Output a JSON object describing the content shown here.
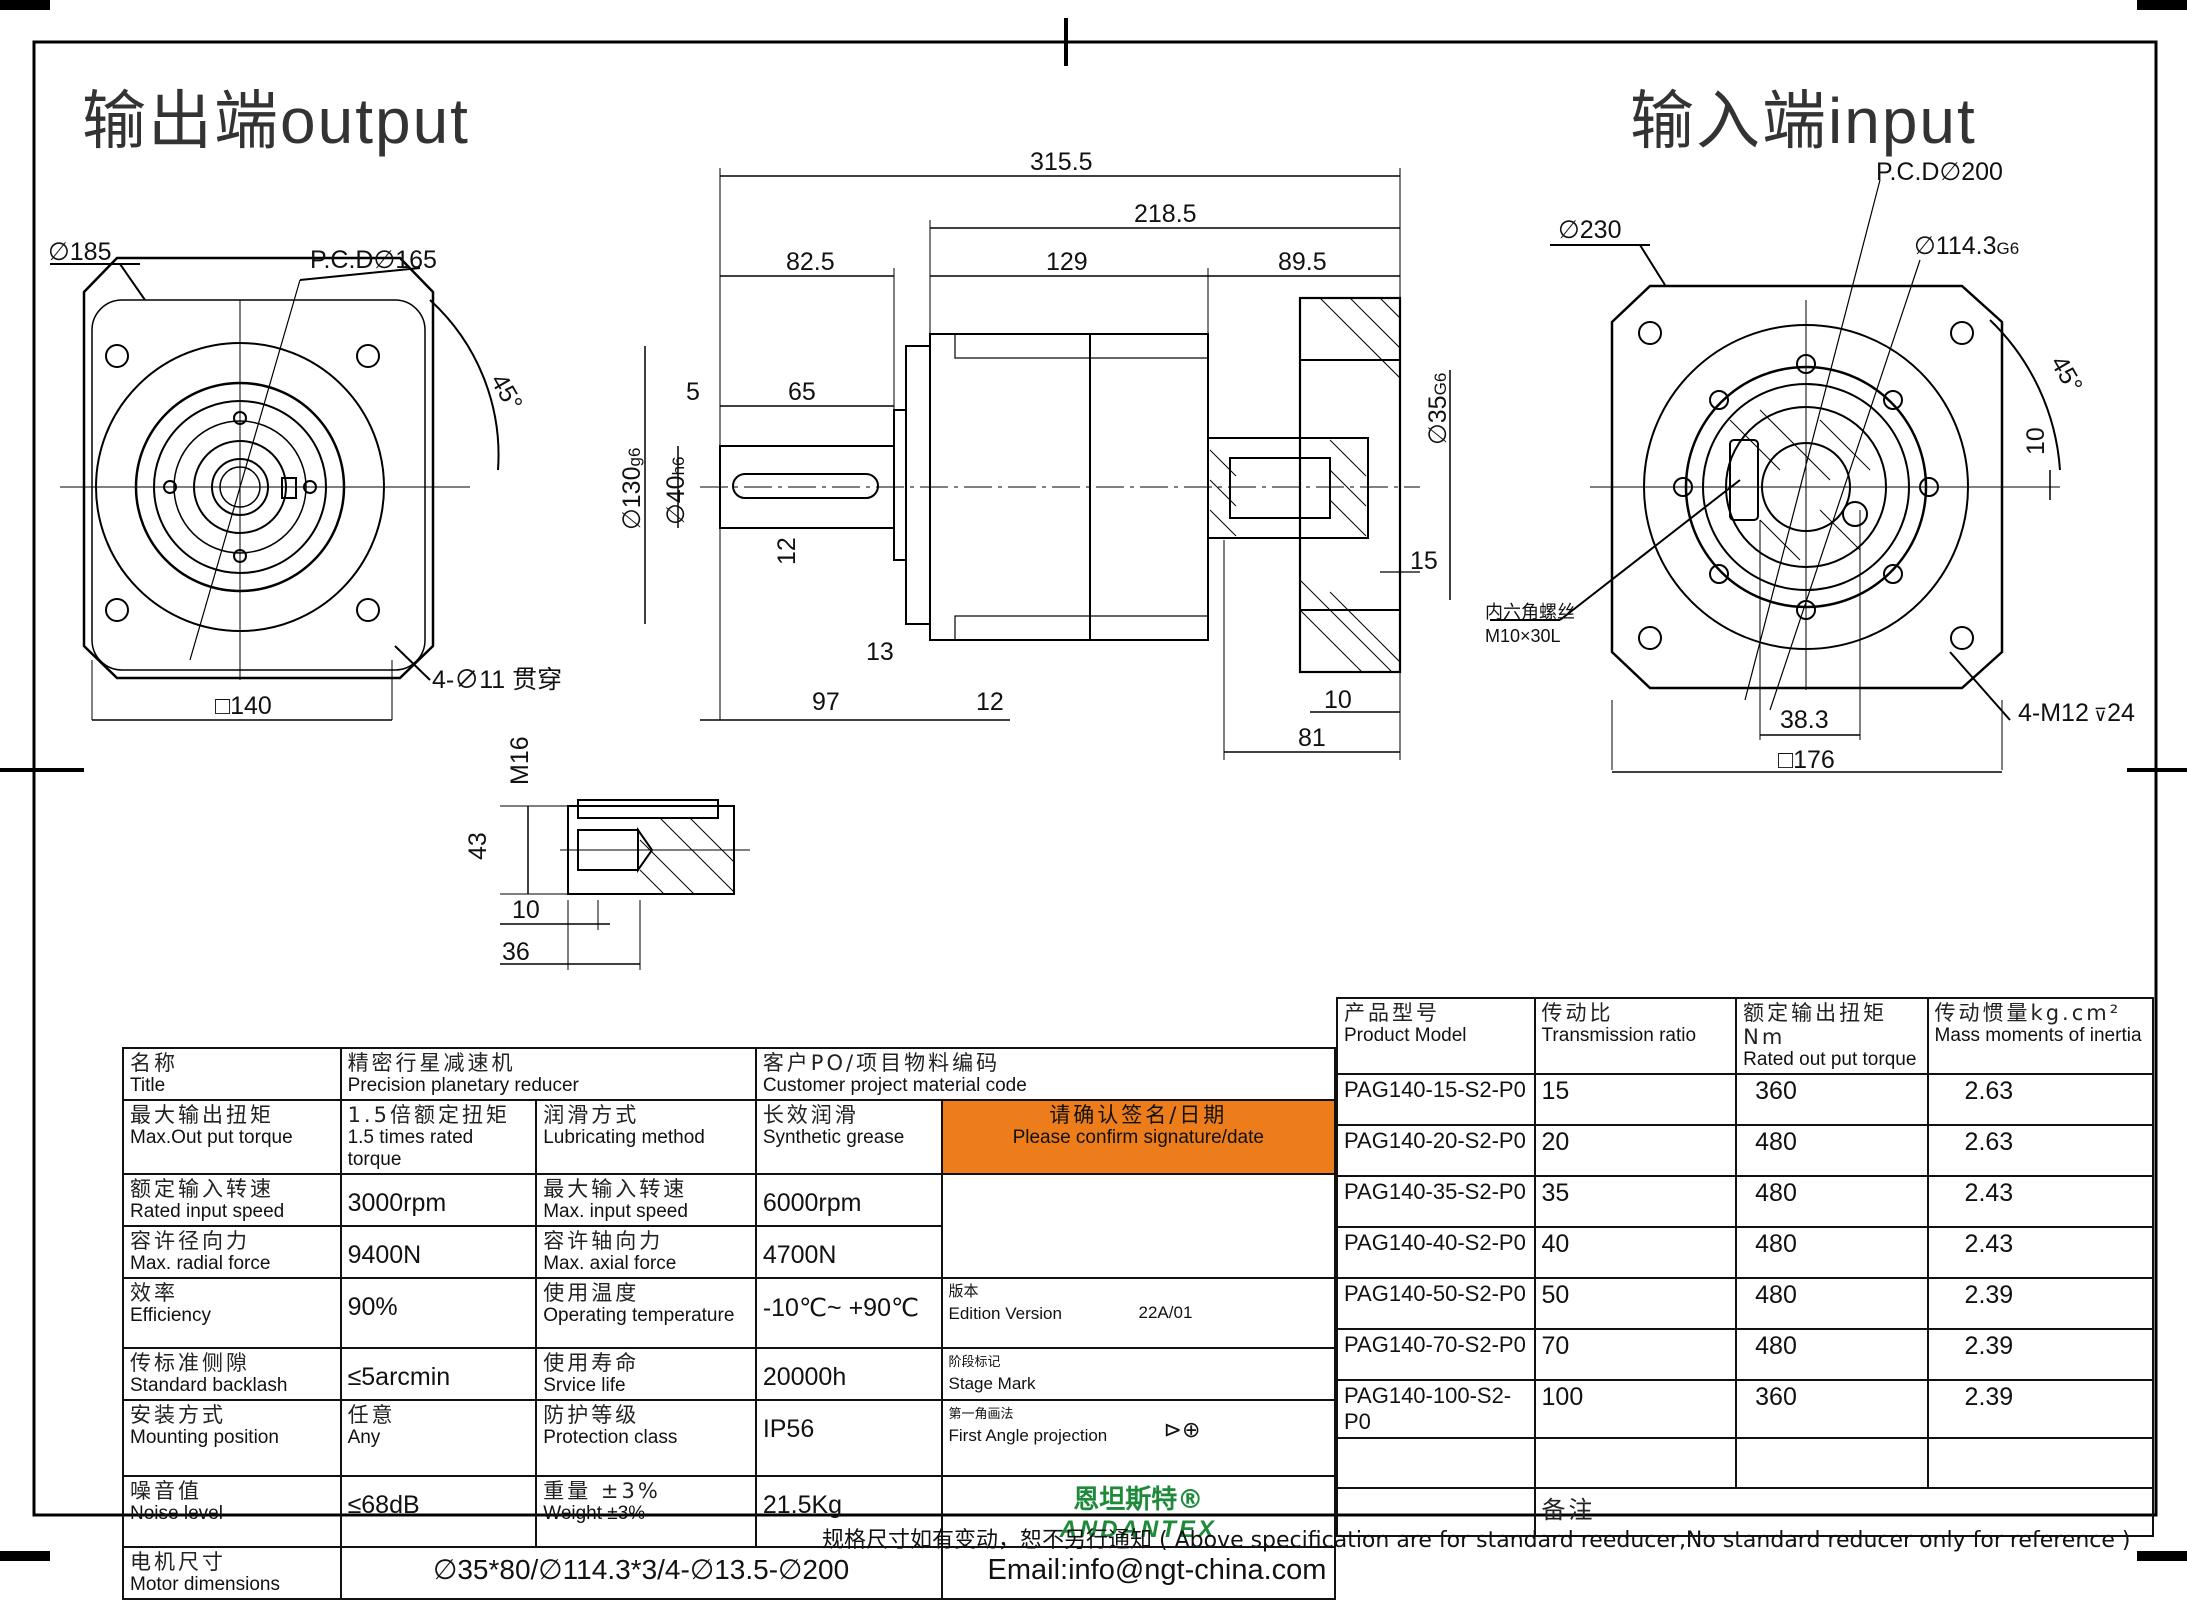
{
  "headers": {
    "output_cn": "输出端",
    "output_en": "output",
    "input_cn": "输入端",
    "input_en": "input"
  },
  "dims": {
    "d185": "∅185",
    "pcd165": "P.C.D∅165",
    "deg45a": "45°",
    "holes": "4-∅11 贯穿",
    "sq140": "□140",
    "len3155": "315.5",
    "len2185": "218.5",
    "len825": "82.5",
    "len129": "129",
    "len895": "89.5",
    "len5": "5",
    "len65": "65",
    "d130": "∅130",
    "d130tol": "g6",
    "d40": "∅40",
    "d40tol": "h6",
    "len12a": "12",
    "len13": "13",
    "len97": "97",
    "len12b": "12",
    "len10a": "10",
    "len81": "81",
    "d35": "∅35",
    "d35tol": "G6",
    "len15": "15",
    "m16": "M16",
    "len43": "43",
    "len10b": "10",
    "len36": "36",
    "d230": "∅230",
    "pcd200": "P.C.D∅200",
    "d1143": "∅114.3",
    "d1143tol": "G6",
    "deg45b": "45°",
    "len10c": "10",
    "screw_cn": "内六角螺丝",
    "screw_en": "M10×30L",
    "len383": "38.3",
    "m12": "4-M12",
    "m12depth": "24",
    "sq176": "□176"
  },
  "spec": {
    "title_cn": "名称",
    "title_en": "Title",
    "title_val_cn": "精密行星减速机",
    "title_val_en": "Precision planetary reducer",
    "cust_cn": "客户PO/项目物料编码",
    "cust_en": "Customer project material code",
    "maxout_cn": "最大输出扭矩",
    "maxout_en": "Max.Out put torque",
    "maxout_val_cn": "1.5倍额定扭矩",
    "maxout_val_en": "1.5 times rated torque",
    "lube_cn": "润滑方式",
    "lube_en": "Lubricating method",
    "lube_val_cn": "长效润滑",
    "lube_val_en": "Synthetic grease",
    "confirm_cn": "请确认签名/日期",
    "confirm_en": "Please confirm signature/date",
    "rated_cn": "额定输入转速",
    "rated_en": "Rated input speed",
    "rated_val": "3000rpm",
    "maxin_cn": "最大输入转速",
    "maxin_en": "Max. input speed",
    "maxin_val": "6000rpm",
    "radial_cn": "容许径向力",
    "radial_en": "Max. radial force",
    "radial_val": "9400N",
    "axial_cn": "容许轴向力",
    "axial_en": "Max. axial force",
    "axial_val": "4700N",
    "eff_cn": "效率",
    "eff_en": "Efficiency",
    "eff_val": "90%",
    "temp_cn": "使用温度",
    "temp_en": "Operating temperature",
    "temp_val": "-10℃~ +90℃",
    "backlash_cn": "传标准侧隙",
    "backlash_en": "Standard backlash",
    "backlash_val": "≤5arcmin",
    "life_cn": "使用寿命",
    "life_en": "Srvice life",
    "life_val": "20000h",
    "mount_cn": "安装方式",
    "mount_en": "Mounting position",
    "mount_val_cn": "任意",
    "mount_val_en": "Any",
    "prot_cn": "防护等级",
    "prot_en": "Protection class",
    "prot_val": "IP56",
    "noise_cn": "噪音值",
    "noise_en": "Noise level",
    "noise_val": "≤68dB",
    "weight_cn": "重量 ±3%",
    "weight_en": "Weight ±3%",
    "weight_val": "21.5Kg",
    "motor_cn": "电机尺寸",
    "motor_en": "Motor dimensions",
    "motor_val": "∅35*80/∅114.3*3/4-∅13.5-∅200",
    "edition_cn": "版本",
    "edition_en": "Edition Version",
    "edition_val": "22A/01",
    "stage_cn": "阶段标记",
    "stage_en": "Stage Mark",
    "proj_cn": "第一角画法",
    "proj_en": "First Angle projection",
    "brand_cn": "恩坦斯特®",
    "brand_en": "ANDANTEX",
    "email": "Email:info@ngt-china.com",
    "remark_cn": "备注"
  },
  "model_table": {
    "headers": [
      {
        "cn": "产品型号",
        "en": "Product Model"
      },
      {
        "cn": "传动比",
        "en": "Transmission ratio"
      },
      {
        "cn": "额定输出扭矩Nm",
        "en": "Rated out put torque"
      },
      {
        "cn": "传动惯量kg.cm²",
        "en": "Mass moments of inertia"
      }
    ],
    "rows": [
      {
        "model": "PAG140-15-S2-P0",
        "ratio": "15",
        "torque": "360",
        "inertia": "2.63"
      },
      {
        "model": "PAG140-20-S2-P0",
        "ratio": "20",
        "torque": "480",
        "inertia": "2.63"
      },
      {
        "model": "PAG140-35-S2-P0",
        "ratio": "35",
        "torque": "480",
        "inertia": "2.43"
      },
      {
        "model": "PAG140-40-S2-P0",
        "ratio": "40",
        "torque": "480",
        "inertia": "2.43"
      },
      {
        "model": "PAG140-50-S2-P0",
        "ratio": "50",
        "torque": "480",
        "inertia": "2.39"
      },
      {
        "model": "PAG140-70-S2-P0",
        "ratio": "70",
        "torque": "480",
        "inertia": "2.39"
      },
      {
        "model": "PAG140-100-S2-P0",
        "ratio": "100",
        "torque": "360",
        "inertia": "2.39"
      }
    ]
  },
  "footer": "规格尺寸如有变动，恕不另行通知 ( Above specification are for standard reeducer,No standard reducer only for reference )"
}
